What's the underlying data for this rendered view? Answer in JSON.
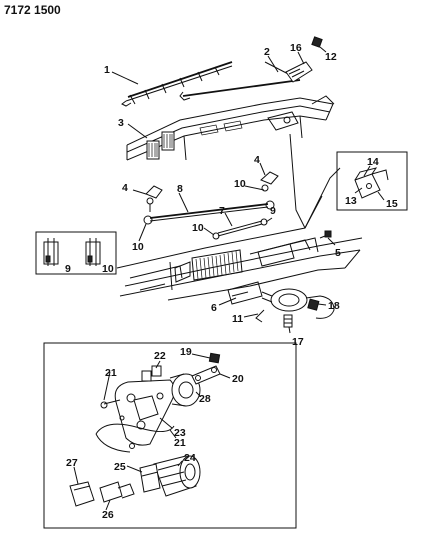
{
  "header": {
    "code": "7172 1500"
  },
  "callouts": {
    "c1": "1",
    "c2": "2",
    "c3": "3",
    "c4a": "4",
    "c4b": "4",
    "c5": "5",
    "c6": "6",
    "c7": "7",
    "c8": "8",
    "c9a": "9",
    "c9b": "9",
    "c10a": "10",
    "c10b": "10",
    "c10c": "10",
    "c10d": "10",
    "c11": "11",
    "c12": "12",
    "c13": "13",
    "c14": "14",
    "c15": "15",
    "c16": "16",
    "c17": "17",
    "c18": "18",
    "c19": "19",
    "c20": "20",
    "c21a": "21",
    "c21b": "21",
    "c22": "22",
    "c23": "23",
    "c24": "24",
    "c25": "25",
    "c26": "26",
    "c27": "27",
    "c28": "28"
  }
}
